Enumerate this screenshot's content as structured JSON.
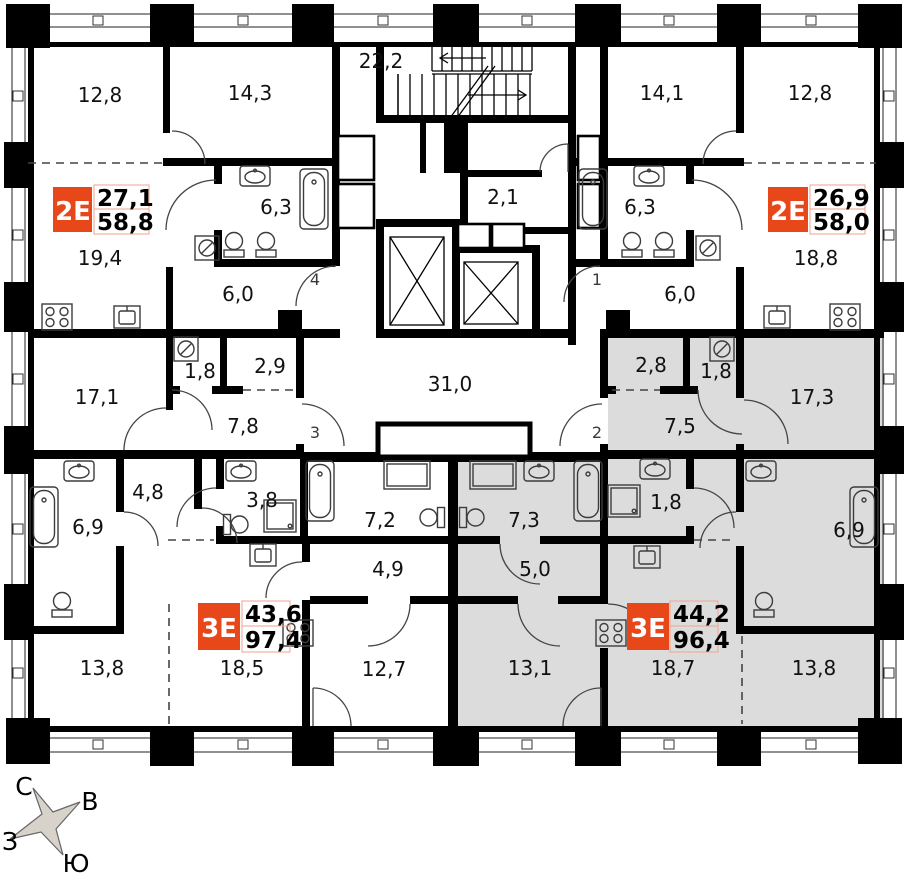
{
  "apartments": [
    {
      "code": "2Е",
      "living_area": "27,1",
      "total_area": "58,8"
    },
    {
      "code": "2Е",
      "living_area": "26,9",
      "total_area": "58,0"
    },
    {
      "code": "3Е",
      "living_area": "43,6",
      "total_area": "97,4"
    },
    {
      "code": "3Е",
      "living_area": "44,2",
      "total_area": "96,4"
    }
  ],
  "rooms": [
    {
      "label": "12,8"
    },
    {
      "label": "14,3"
    },
    {
      "label": "14,1"
    },
    {
      "label": "12,8"
    },
    {
      "label": "6,3"
    },
    {
      "label": "6,3"
    },
    {
      "label": "19,4"
    },
    {
      "label": "18,8"
    },
    {
      "label": "6,0"
    },
    {
      "label": "6,0"
    },
    {
      "label": "1,8"
    },
    {
      "label": "2,9"
    },
    {
      "label": "2,8"
    },
    {
      "label": "1,8"
    },
    {
      "label": "17,1"
    },
    {
      "label": "17,3"
    },
    {
      "label": "7,8"
    },
    {
      "label": "7,5"
    },
    {
      "label": "4,8"
    },
    {
      "label": "3,8"
    },
    {
      "label": "7,2"
    },
    {
      "label": "7,3"
    },
    {
      "label": "1,8"
    },
    {
      "label": "6,9"
    },
    {
      "label": "6,9"
    },
    {
      "label": "4,9"
    },
    {
      "label": "5,0"
    },
    {
      "label": "13,8"
    },
    {
      "label": "18,5"
    },
    {
      "label": "12,7"
    },
    {
      "label": "13,1"
    },
    {
      "label": "18,7"
    },
    {
      "label": "13,8"
    }
  ],
  "core": {
    "stairs": "22,2",
    "vestibule": "2,1",
    "corridor": "31,0"
  },
  "entrance_doors": [
    {
      "number": "4"
    },
    {
      "number": "1"
    },
    {
      "number": "3"
    },
    {
      "number": "2"
    }
  ],
  "compass": {
    "north": "С",
    "east": "В",
    "west": "З",
    "south": "Ю"
  },
  "colors": {
    "badge": "#e8471a",
    "highlight": "#dcdcdc",
    "wall": "#000000"
  }
}
